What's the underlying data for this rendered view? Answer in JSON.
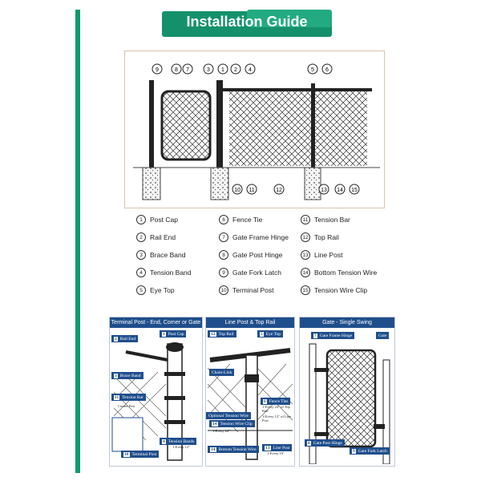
{
  "header": {
    "title": "Installation Guide"
  },
  "diagram": {
    "callouts": [
      "1",
      "2",
      "3",
      "4",
      "5",
      "6",
      "7",
      "8",
      "9",
      "10",
      "11",
      "12",
      "13",
      "14",
      "15"
    ]
  },
  "legend": [
    {
      "num": "1",
      "label": "Post Cap"
    },
    {
      "num": "2",
      "label": "Rail End"
    },
    {
      "num": "3",
      "label": "Brace Band"
    },
    {
      "num": "4",
      "label": "Tension Band"
    },
    {
      "num": "5",
      "label": "Eye Top"
    },
    {
      "num": "6",
      "label": "Fence Tie"
    },
    {
      "num": "7",
      "label": "Gate Frame Hinge"
    },
    {
      "num": "8",
      "label": "Gate Post Hinge"
    },
    {
      "num": "9",
      "label": "Gate Fork Latch"
    },
    {
      "num": "10",
      "label": "Terminal Post"
    },
    {
      "num": "11",
      "label": "Tension Bar"
    },
    {
      "num": "12",
      "label": "Top Rail"
    },
    {
      "num": "13",
      "label": "Line Post"
    },
    {
      "num": "14",
      "label": "Bottom Tension Wire"
    },
    {
      "num": "15",
      "label": "Tension Wire Clip"
    }
  ],
  "panels": [
    {
      "title": "Terminal Post - End, Corner or Gate",
      "tags": [
        {
          "n": "1",
          "t": "Post Cap"
        },
        {
          "n": "2",
          "t": "Rail End"
        },
        {
          "n": "3",
          "t": "Brace Band"
        },
        {
          "n": "11",
          "t": "Tension Bar"
        },
        {
          "n": "4",
          "t": "Tension Bands"
        },
        {
          "n": "10",
          "t": "Terminal Post"
        }
      ],
      "extra": [
        "Corner Post",
        "1-Every 12\""
      ]
    },
    {
      "title": "Line Post & Top Rail",
      "tags": [
        {
          "n": "12",
          "t": "Top Rail"
        },
        {
          "n": "5",
          "t": "Eye Top"
        },
        {
          "n": "",
          "t": "Chain-Link"
        },
        {
          "n": "6",
          "t": "Fence Ties"
        },
        {
          "n": "",
          "t": "Optional Tension Wire"
        },
        {
          "n": "14",
          "t": "Tension Wire Clip"
        },
        {
          "n": "14",
          "t": "Bottom Tension Wire"
        },
        {
          "n": "13",
          "t": "Line Post"
        }
      ],
      "extra": [
        "1-Every 24\" of Top Rail",
        "1-Every 12\" of Line Post",
        "1-Every 24\"",
        "1-Every 10'"
      ]
    },
    {
      "title": "Gate - Single Swing",
      "tags": [
        {
          "n": "7",
          "t": "Gate Frame Hinge"
        },
        {
          "n": "",
          "t": "Gate"
        },
        {
          "n": "8",
          "t": "Gate Post Hinge"
        },
        {
          "n": "9",
          "t": "Gate Fork Latch"
        }
      ],
      "extra": []
    }
  ]
}
